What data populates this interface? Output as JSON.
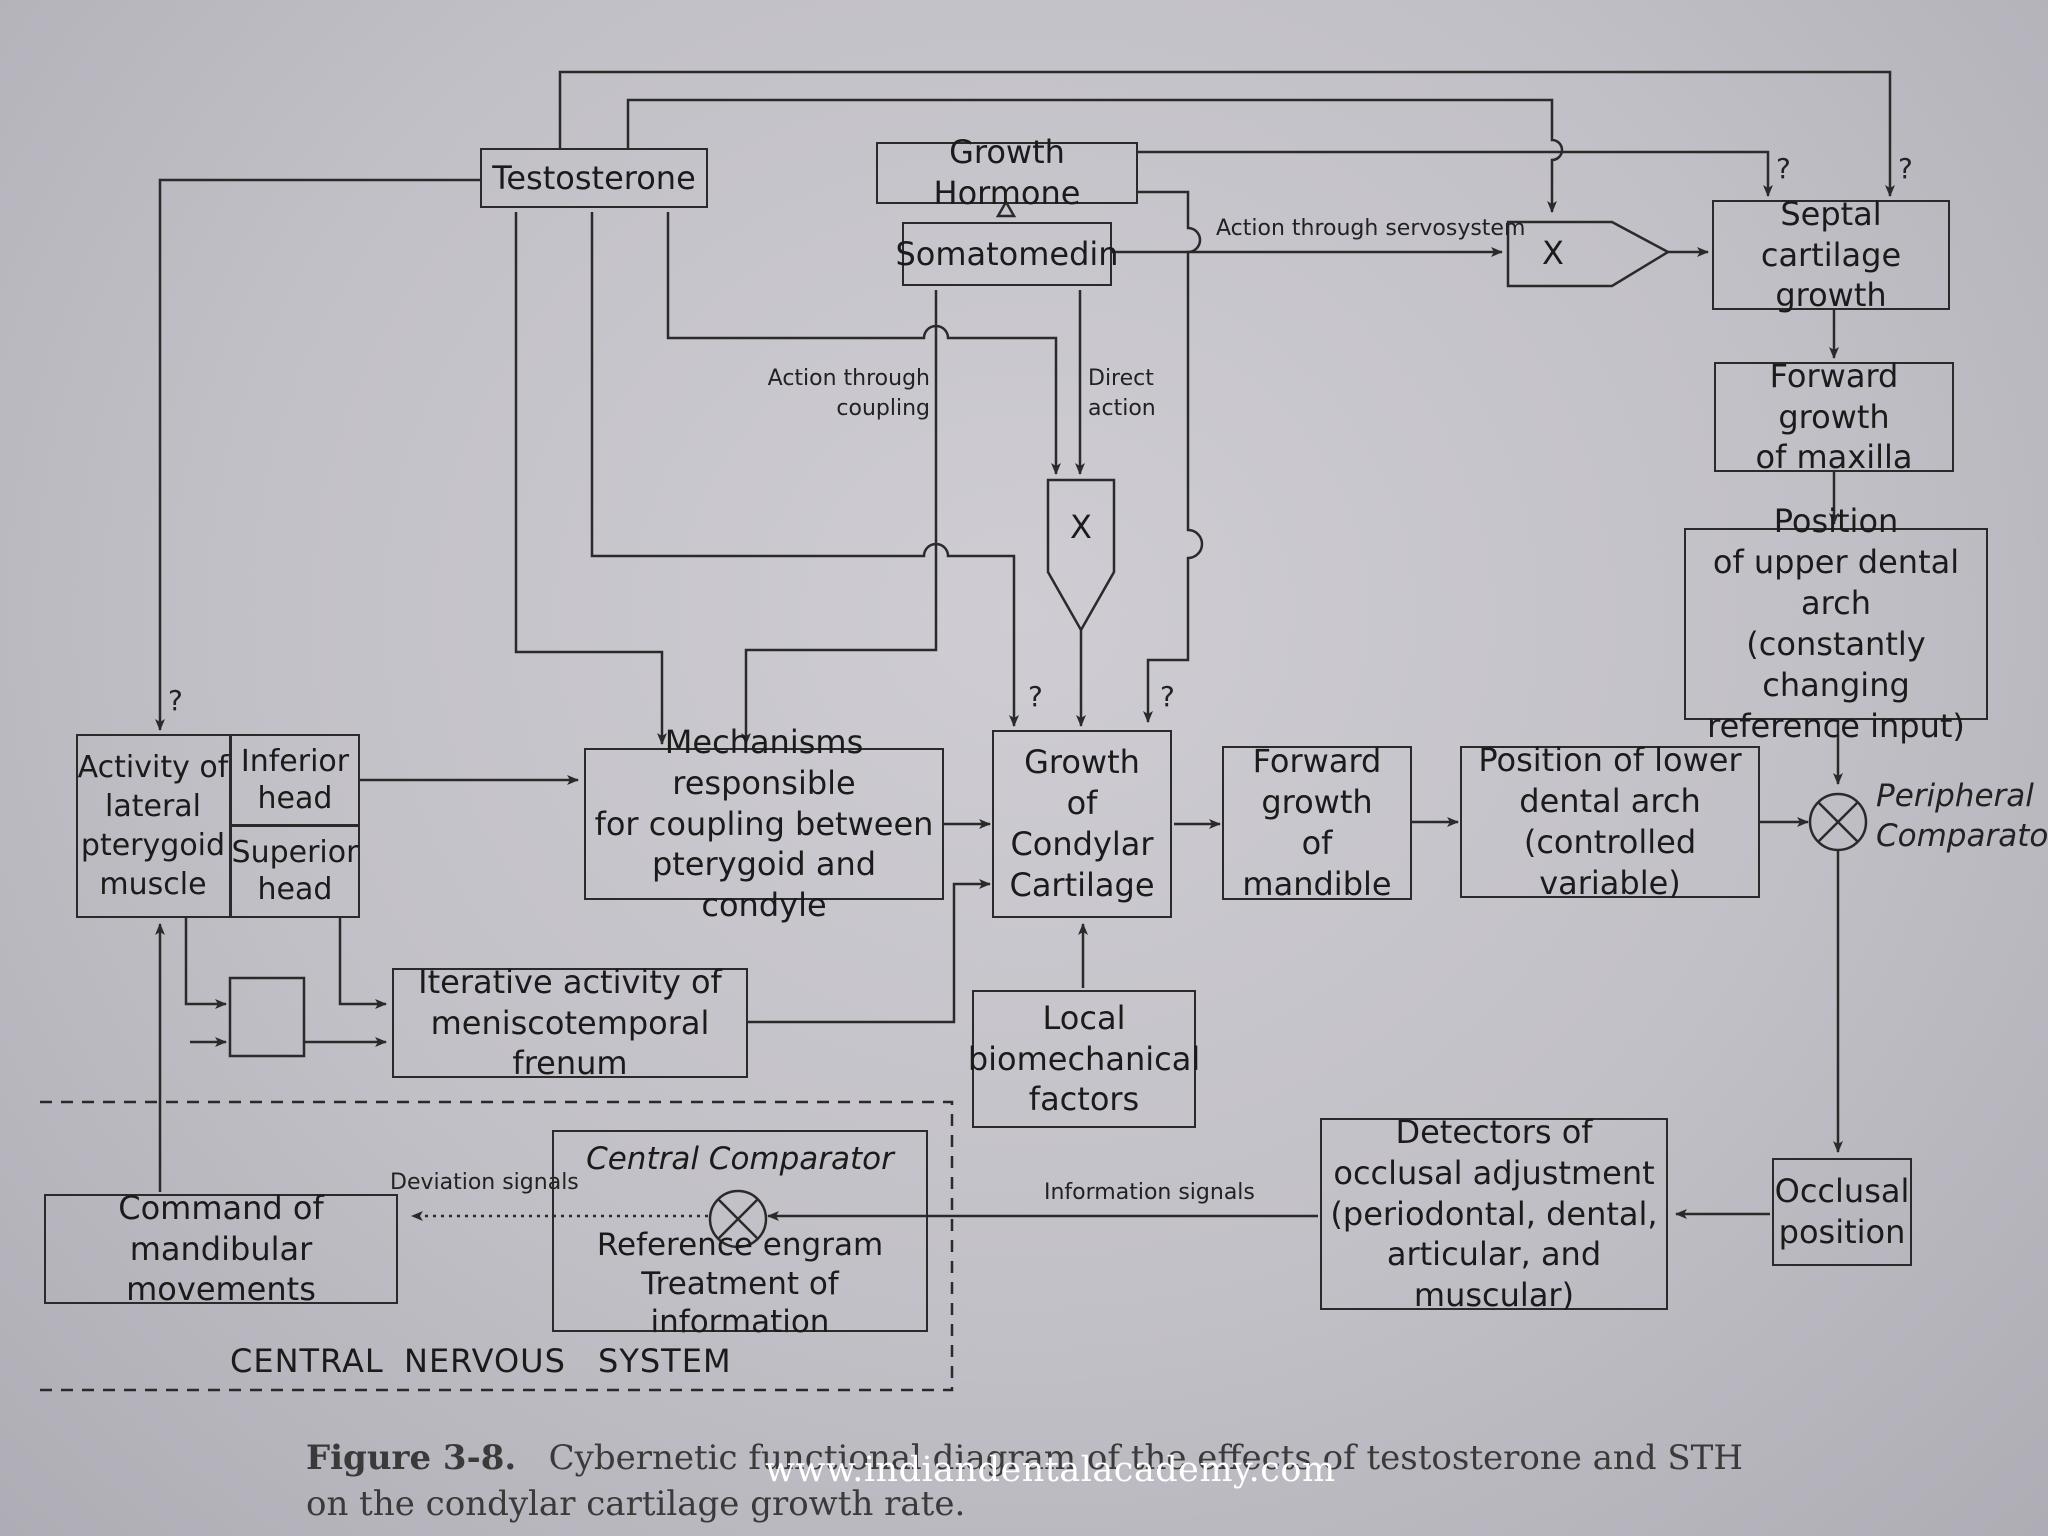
{
  "boxes": {
    "testosterone": "Testosterone",
    "growth_hormone": "Growth Hormone",
    "somatomedin": "Somatomedin",
    "septal_cartilage": "Septal cartilage\ngrowth",
    "forward_growth_maxilla": "Forward growth\nof maxilla",
    "upper_arch": "Position\nof upper dental arch\n(constantly changing\nreference input)",
    "mechanisms": "Mechanisms responsible\nfor coupling between\npterygoid and condyle",
    "condylar": "Growth\nof\nCondylar\nCartilage",
    "forward_mandible": "Forward\ngrowth\nof mandible",
    "lower_arch": "Position of lower\ndental arch\n(controlled variable)",
    "iterative": "Iterative activity of\nmeniscotemporal frenum",
    "local": "Local\nbiomechanical\nfactors",
    "detectors": "Detectors of\nocclusal adjustment\n(periodontal, dental,\narticular, and muscular)",
    "occlusal": "Occlusal\nposition",
    "command": "Command of mandibular\nmovements",
    "central_comparator_title": "Central Comparator",
    "central_comparator_body": "Reference engram\nTreatment of information"
  },
  "pterygoid": {
    "activity": "Activity of\nlateral\npterygoid\nmuscle",
    "inferior": "Inferior\nhead",
    "superior": "Superior\nhead"
  },
  "labels": {
    "servosystem": "Action through servosystem",
    "coupling": "Action through\ncoupling",
    "direct": "Direct\naction",
    "peripheral": "Peripheral\nComparator",
    "deviation": "Deviation signals",
    "information": "Information signals",
    "x": "X",
    "q": "?"
  },
  "cns": {
    "w1": "CENTRAL",
    "w2": "NERVOUS",
    "w3": "SYSTEM"
  },
  "caption": {
    "figure": "Figure 3-8.",
    "text": "Cybernetic functional diagram of the effects of testosterone and STH on the condylar cartilage growth rate."
  },
  "watermark": "www.indiandentalacademy.com"
}
